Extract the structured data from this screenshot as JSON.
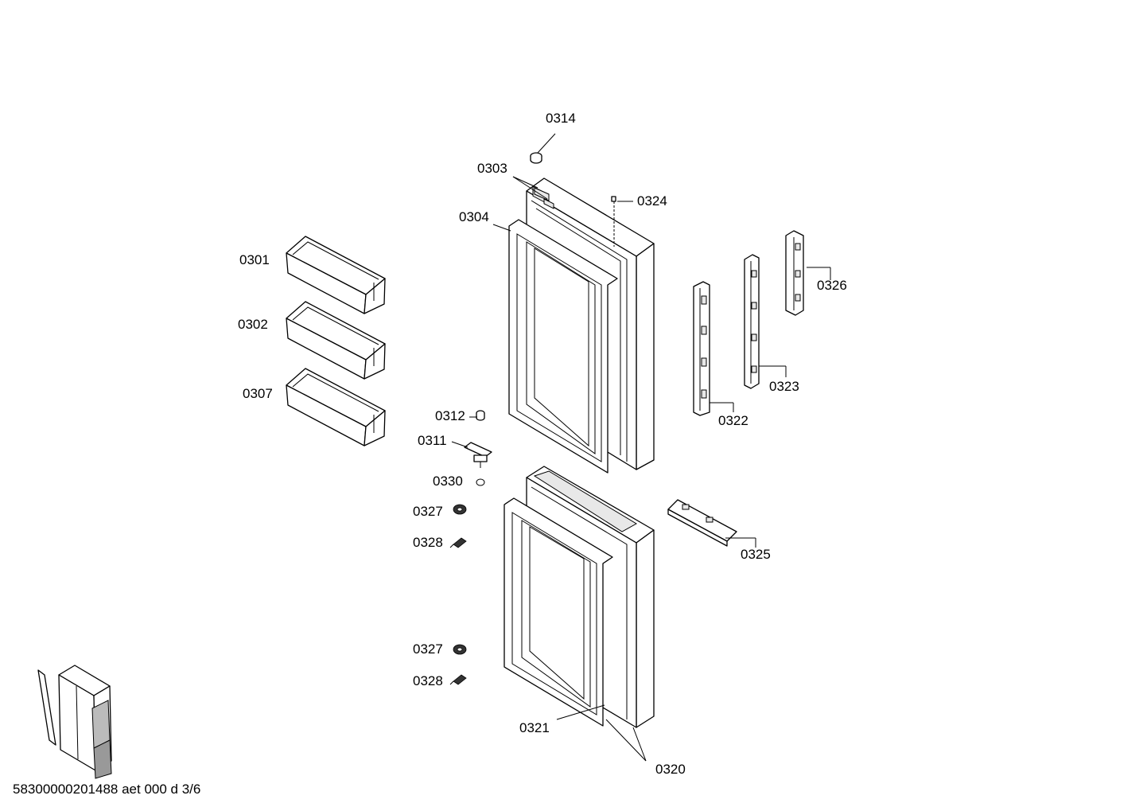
{
  "labels": {
    "0301": "0301",
    "0302": "0302",
    "0303": "0303",
    "0304": "0304",
    "0307": "0307",
    "0311": "0311",
    "0312": "0312",
    "0314": "0314",
    "0320": "0320",
    "0321": "0321",
    "0322": "0322",
    "0323": "0323",
    "0324": "0324",
    "0325": "0325",
    "0326": "0326",
    "0327a": "0327",
    "0327b": "0327",
    "0328a": "0328",
    "0328b": "0328",
    "0330": "0330"
  },
  "footer": "58300000201488 aet 000 d 3/6"
}
